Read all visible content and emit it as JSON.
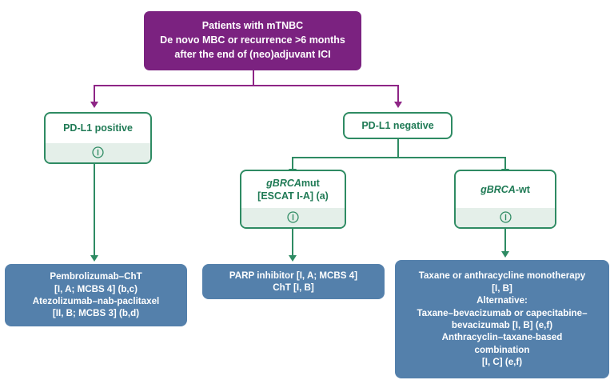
{
  "diagram": {
    "title": "mTNBC treatment algorithm",
    "colors": {
      "root_purple": "#7B2280",
      "connector_purple": "#8E2586",
      "green": "#2E8B63",
      "green_text": "#1F7A55",
      "info_band": "#E4EFE9",
      "blue": "#5480AB",
      "white": "#FFFFFF"
    }
  },
  "root": {
    "line1": "Patients with mTNBC",
    "line2": "De novo MBC or recurrence >6 months",
    "line3": "after the end of (neo)adjuvant ICI"
  },
  "branch_pdl1_positive": {
    "label": "PD-L1 positive",
    "info_icon": "info-icon",
    "has_info": true
  },
  "branch_pdl1_negative": {
    "label": "PD-L1 negative",
    "has_info": false
  },
  "branch_gbrca_mut": {
    "gene": "gBRCA",
    "suffix": "mut",
    "line2": "[ESCAT I-A] (a)",
    "info_icon": "info-icon",
    "has_info": true
  },
  "branch_gbrca_wt": {
    "gene": "gBRCA",
    "suffix": "-wt",
    "info_icon": "info-icon",
    "has_info": true
  },
  "treatment_pdl1_positive": {
    "line1": "Pembrolizumab–ChT",
    "line2": "[I, A; MCBS 4] (b,c)",
    "line3": "Atezolizumab–nab-paclitaxel",
    "line4": "[II, B; MCBS 3] (b,d)"
  },
  "treatment_gbrca_mut": {
    "line1": "PARP inhibitor [I, A; MCBS 4]",
    "line2": "ChT [I, B]"
  },
  "treatment_gbrca_wt": {
    "line1": "Taxane or anthracycline monotherapy",
    "line2": "[I, B]",
    "line3": "Alternative:",
    "line4": "Taxane–bevacizumab or capecitabine–",
    "line5": "bevacizumab [I, B] (e,f)",
    "line6": "Anthracyclin–taxane-based",
    "line7": "combination",
    "line8": "[I, C] (e,f)"
  }
}
